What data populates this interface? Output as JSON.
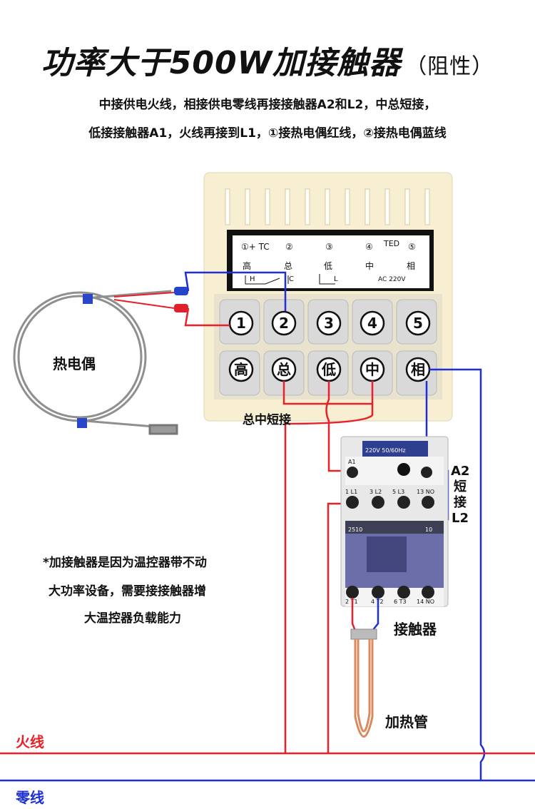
{
  "title": {
    "main": "功率大于500W加接触器",
    "sub": "（阻性）"
  },
  "description": {
    "line1": "中接供电火线，相接供电零线再接接触器A2和L2，中总短接，",
    "line2": "低接接触器A1，火线再接到L1，①接热电偶红线，②接热电偶蓝线"
  },
  "controller": {
    "panel_top": [
      "①+ TC",
      "②",
      "③",
      "④",
      "⑤",
      "TED"
    ],
    "panel_bottom": [
      "高",
      "总",
      "低",
      "中",
      "相"
    ],
    "panel_h": "H",
    "panel_c": "C",
    "panel_l": "L",
    "panel_ac": "AC 220V",
    "top_terminals": [
      "1",
      "2",
      "3",
      "4",
      "5"
    ],
    "bottom_terminals": [
      "高",
      "总",
      "低",
      "中",
      "相"
    ]
  },
  "labels": {
    "thermocouple": "热电偶",
    "short_circuit": "总中短接",
    "a2_short_l2": [
      "A2",
      "短",
      "接",
      "L2"
    ],
    "contactor": "接触器",
    "heater": "加热管",
    "live_wire": "火线",
    "neutral_wire": "零线"
  },
  "contactor": {
    "rating": "220V 50/60Hz",
    "model": "2510",
    "top_terms": [
      "A1",
      "1 L1",
      "3 L2",
      "5 L3",
      "13 NO"
    ],
    "bottom_terms": [
      "2 T1",
      "4 T2",
      "6 T3",
      "14 NO"
    ],
    "side_num": "10"
  },
  "note": [
    "*加接触器是因为温控器带不动",
    "大功率设备，需要接接触器增",
    "大温控器负载能力"
  ],
  "colors": {
    "live": "#e8202a",
    "neutral": "#1f2fd6",
    "panel": "#f7edd0",
    "terminal": "#d9d9d9"
  }
}
